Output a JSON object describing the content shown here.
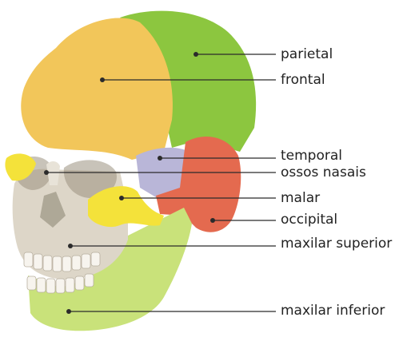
{
  "labels": {
    "parietal": "parietal",
    "frontal": "frontal",
    "temporal": "temporal",
    "nasal": "ossos nasais",
    "malar": "malar",
    "occipital": "occipital",
    "maxilla": "maxilar superior",
    "mandible": "maxilar inferior"
  },
  "colors": {
    "parietal": "#8cc63f",
    "frontal": "#f2c65a",
    "temporal": "#b9b6d8",
    "nasal": "#e8e3d8",
    "malar": "#f4e23a",
    "occipital": "#e46a4f",
    "maxilla": "#ddd6c8",
    "mandible": "#c9e27a",
    "leader": "#2b2b2b"
  }
}
